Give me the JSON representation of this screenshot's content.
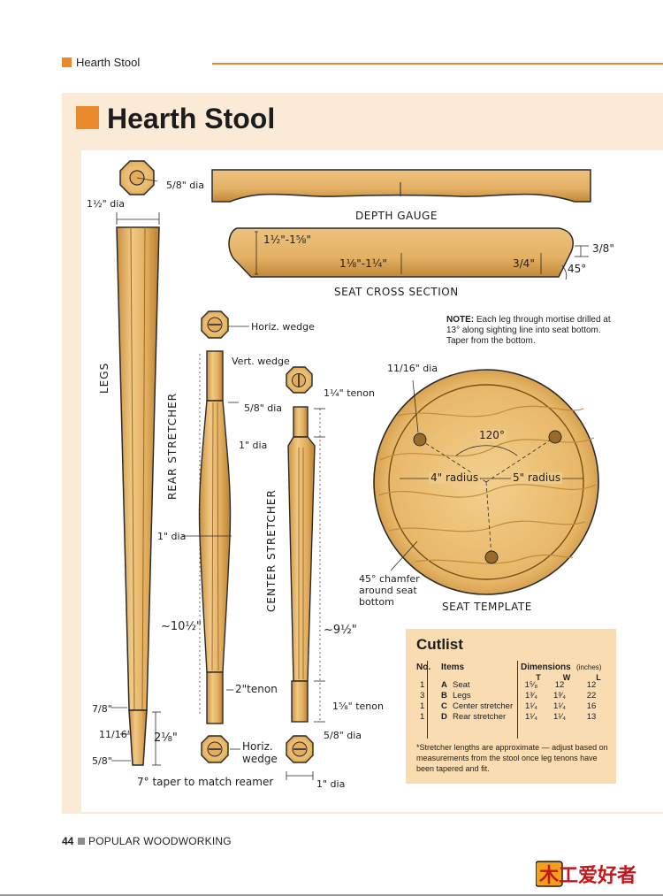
{
  "running_head": {
    "title": "Hearth Stool"
  },
  "page_title": "Hearth Stool",
  "labels": {
    "leg_top_dia": "5/8\" dia",
    "leg_width": "1½\" dia",
    "legs": "LEGS",
    "leg_length": "~10½\"",
    "leg_bottom_78": "7/8\"",
    "leg_bottom_1116": "11/16\"",
    "leg_bottom_58": "5/8\"",
    "leg_taper_len": "2⅛\"",
    "leg_taper_note": "7° taper to match reamer",
    "depth_gauge": "DEPTH GAUGE",
    "seat_thick": "1½\"-1⅝\"",
    "seat_mid": "1⅛\"-1¼\"",
    "seat_edge": "3/4\"",
    "seat_chamfer_w": "3/8\"",
    "seat_chamfer_angle": "45°",
    "seat_cross_section": "SEAT CROSS SECTION",
    "horiz_wedge_top": "Horiz. wedge",
    "vert_wedge": "Vert. wedge",
    "rear_stretcher": "REAR STRETCHER",
    "rear_58": "5/8\" dia",
    "rear_1dia": "1\" dia",
    "center_tenon_top": "1¼\" tenon",
    "center_1dia": "1\" dia",
    "center_stretcher": "CENTER STRETCHER",
    "center_length": "~9½\"",
    "rear_2tenon": "2\"tenon",
    "center_158_tenon": "1⅝\" tenon",
    "bottom_wedge_dia": "5/8\" dia",
    "horiz_wedge_bottom_1": "Horiz.",
    "horiz_wedge_bottom_2": "wedge",
    "bottom_1dia": "1\" dia",
    "template_hole_dia": "11/16\" dia",
    "angle_120": "120°",
    "radius_4": "4\" radius",
    "radius_5": "5\" radius",
    "chamfer_note_1": "45° chamfer",
    "chamfer_note_2": "around seat",
    "chamfer_note_3": "bottom",
    "seat_template": "SEAT TEMPLATE"
  },
  "note": {
    "lead": "NOTE:",
    "text": " Each leg through mortise drilled at 13° along sighting line into seat bottom. Taper from the bottom."
  },
  "cutlist": {
    "title": "Cutlist",
    "head_no": "No.",
    "head_items": "Items",
    "head_dims": "Dimensions",
    "head_units": "(inches)",
    "head_t": "T",
    "head_w": "W",
    "head_l": "L",
    "rows": [
      {
        "no": "1",
        "letter": "A",
        "item": "Seat",
        "t": "1⁵⁄₈",
        "w": "12",
        "l": "12"
      },
      {
        "no": "3",
        "letter": "B",
        "item": "Legs",
        "t": "1³⁄₄",
        "w": "1³⁄₄",
        "l": "22"
      },
      {
        "no": "1",
        "letter": "C",
        "item": "Center stretcher",
        "t": "1¹⁄₄",
        "w": "1¹⁄₄",
        "l": "16"
      },
      {
        "no": "1",
        "letter": "D",
        "item": "Rear stretcher",
        "t": "1¹⁄₄",
        "w": "1¹⁄₄",
        "l": "13"
      }
    ],
    "footnote": "*Stretcher lengths are approximate — adjust based on measurements from the stool once leg tenons have been tapered and fit."
  },
  "footer": {
    "page_number": "44",
    "magazine": "POPULAR WOODWORKING"
  },
  "watermark": {
    "text": "木工爱好者"
  },
  "colors": {
    "accent": "#e8892c",
    "panel": "#fbead6",
    "wood": "#e6b66a",
    "wood_dark": "#b9832f",
    "cutlist_bg": "#f9dcb1"
  }
}
